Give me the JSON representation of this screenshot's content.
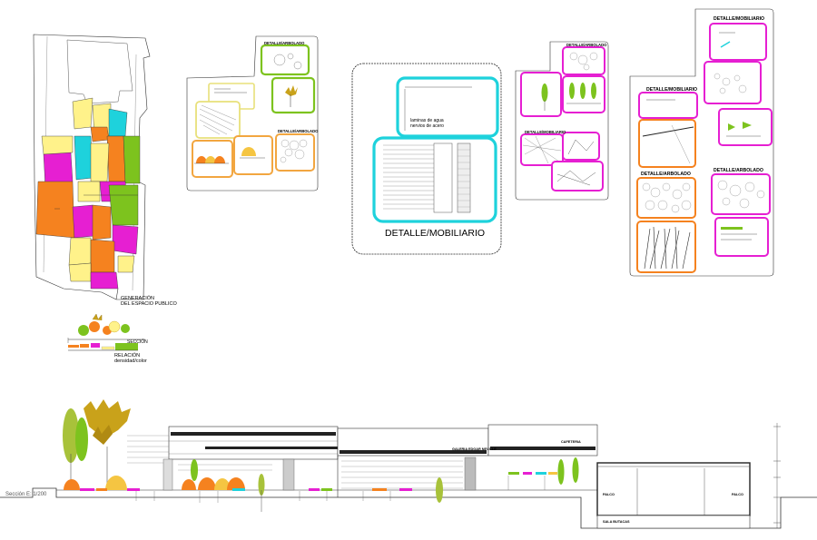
{
  "labels": {
    "generacion": "GENERACIÓN",
    "generacion_sub": "DEL ESPACIO PUBLICO",
    "seccion": "SECCIÓN",
    "relacion": "RELACIÓN",
    "relacion_sub": "densidad/color",
    "panel2_detail": "DETALLE/ARBOLADO",
    "panel2_detail_b": "DETALLE/ARBOLADO",
    "panel3_title": "DETALLE/MOBILIARIO",
    "panel3_note1": "laminas de agua",
    "panel3_note2": "nervios de acero",
    "panel4_title": "DETALLE/ARBOLADO",
    "panel4_title_b": "DETALLE/MOBILIARIO",
    "panel5_title_top": "DETALLE/MOBILIARIO",
    "panel5_title_mid": "DETALLE/MOBILIARIO",
    "panel5_title_left": "DETALLE/ARBOLADO",
    "panel5_title_right": "DETALLE/ARBOLADO",
    "section_label": "Sección  E: 1/200",
    "galeria": "GALERIA EDGAR NEVILLE",
    "cafeteria": "CAFETERIA",
    "palco_left": "PALCO",
    "palco_right": "PALCO",
    "sala": "SALA BUTACAS"
  },
  "colors": {
    "orange": "#f5821f",
    "green": "#7dc31e",
    "magenta": "#e61fd2",
    "cyan": "#1ed2dc",
    "yellow": "#fff28a",
    "olive": "#a8c23a",
    "tan": "#c9a21a",
    "brown": "#9a7a1a",
    "line": "#222222"
  }
}
